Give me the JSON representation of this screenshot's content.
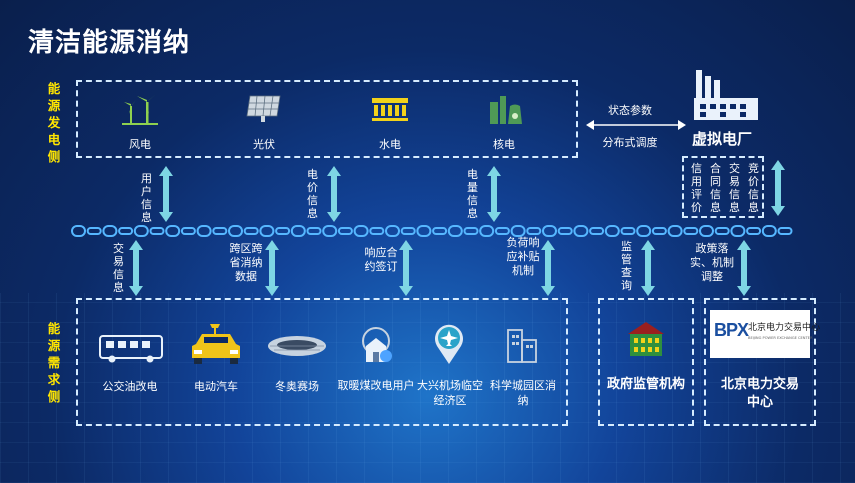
{
  "title": "清洁能源消纳",
  "side_labels": {
    "generation": "能源发电侧",
    "demand": "能源需求侧"
  },
  "generation_items": [
    "风电",
    "光伏",
    "水电",
    "核电"
  ],
  "vpp": {
    "name": "虚拟电厂",
    "params_top": "状态参数",
    "params_bottom": "分布式调度",
    "columns": [
      "信用评价",
      "合同信息",
      "交易信息",
      "竞价信息"
    ]
  },
  "top_arrow_labels": [
    "用户信息",
    "电价信息",
    "电量信息"
  ],
  "bottom_arrow_labels": [
    "交易信息",
    "跨区跨省消纳数据",
    "响应合约签订",
    "负荷响应补贴机制",
    "监管查询",
    "政策落实、机制调整"
  ],
  "demand_items": [
    "公交油改电",
    "电动汽车",
    "冬奥赛场",
    "取暖煤改电用户",
    "大兴机场临空经济区",
    "科学城园区消纳"
  ],
  "gov": {
    "name": "政府监管机构"
  },
  "exchange": {
    "name": "北京电力交易中心",
    "logo_letters": "BPX",
    "logo_cn": "北京电力交易中心",
    "logo_en": "BEIJING POWER EXCHANGE CENTER"
  },
  "colors": {
    "yellow": "#ffe600",
    "arrow": "#7ed6e4",
    "chain": "#56b7ff"
  }
}
